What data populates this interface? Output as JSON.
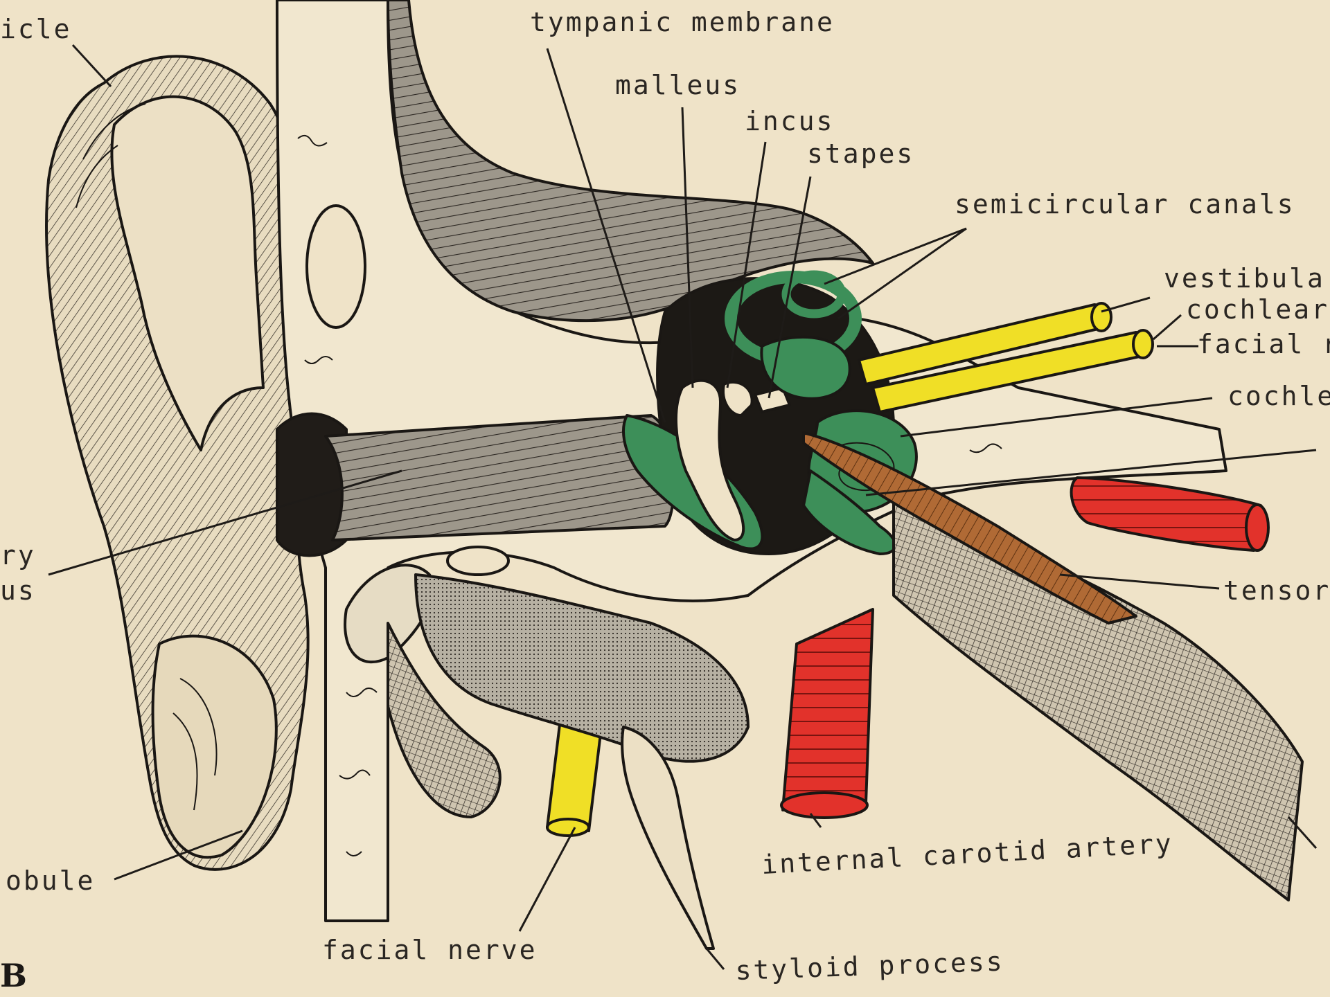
{
  "labels": {
    "auricle": "icle",
    "tympanic_membrane": "tympanic membrane",
    "malleus": "malleus",
    "incus": "incus",
    "stapes": "stapes",
    "semicircular_canals": "semicircular canals",
    "vestibular": "vestibula",
    "cochlear": "cochlear",
    "facial_cut": "facial r",
    "cochlea": "cochle",
    "meatus_line1": "ry",
    "meatus_line2": "us",
    "tensor": "tensor",
    "lobule": "obule",
    "internal_carotid_artery": "internal carotid artery",
    "facial_nerve": "facial nerve",
    "styloid_process": "styloid process",
    "figure_letter": "B"
  },
  "colors": {
    "paper": "#efe3c8",
    "ear_fill": "#e8dcc0",
    "bone_fill": "#f1e7cf",
    "gray_fill": "#a7a196",
    "dark": "#1a1714",
    "inner_ear_green": "#3d8f59",
    "nerve_yellow": "#f0df26",
    "artery_red": "#e2322b",
    "muscle_brown": "#b06a35"
  }
}
